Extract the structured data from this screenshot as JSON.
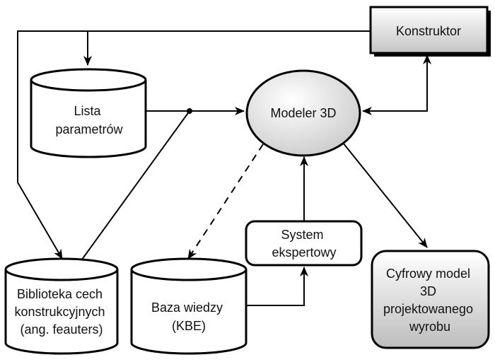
{
  "nodes": {
    "konstruktor": {
      "lines": [
        "Konstruktor"
      ]
    },
    "lista": {
      "lines": [
        "Lista",
        "parametrów"
      ]
    },
    "modeler": {
      "lines": [
        "Modeler 3D"
      ]
    },
    "biblioteka": {
      "lines": [
        "Biblioteka cech",
        "konstrukcyjnych",
        "(ang. feauters)"
      ]
    },
    "baza": {
      "lines": [
        "Baza wiedzy",
        "(KBE)"
      ]
    },
    "system": {
      "lines": [
        "System",
        "ekspertowy"
      ]
    },
    "cyfrowy": {
      "lines": [
        "Cyfrowy model",
        "3D",
        "projektowanego",
        "wyrobu"
      ]
    }
  },
  "edges": [
    {
      "from": "konstruktor",
      "to": "lista",
      "style": "solid"
    },
    {
      "from": "konstruktor",
      "to": "biblioteka",
      "style": "solid"
    },
    {
      "from": "konstruktor",
      "to": "modeler",
      "style": "solid",
      "bidirectional": true
    },
    {
      "from": "lista",
      "to": "modeler",
      "style": "solid"
    },
    {
      "from": "biblioteka",
      "to": "modeler",
      "style": "solid"
    },
    {
      "from": "modeler",
      "to": "baza",
      "style": "dashed"
    },
    {
      "from": "baza",
      "to": "system",
      "style": "solid"
    },
    {
      "from": "system",
      "to": "modeler",
      "style": "solid"
    },
    {
      "from": "modeler",
      "to": "cyfrowy",
      "style": "solid"
    }
  ],
  "colors": {
    "stroke": "#000000",
    "fill_light": "#ffffff",
    "fill_dark": "#c4c4c4",
    "text": "#111111"
  }
}
